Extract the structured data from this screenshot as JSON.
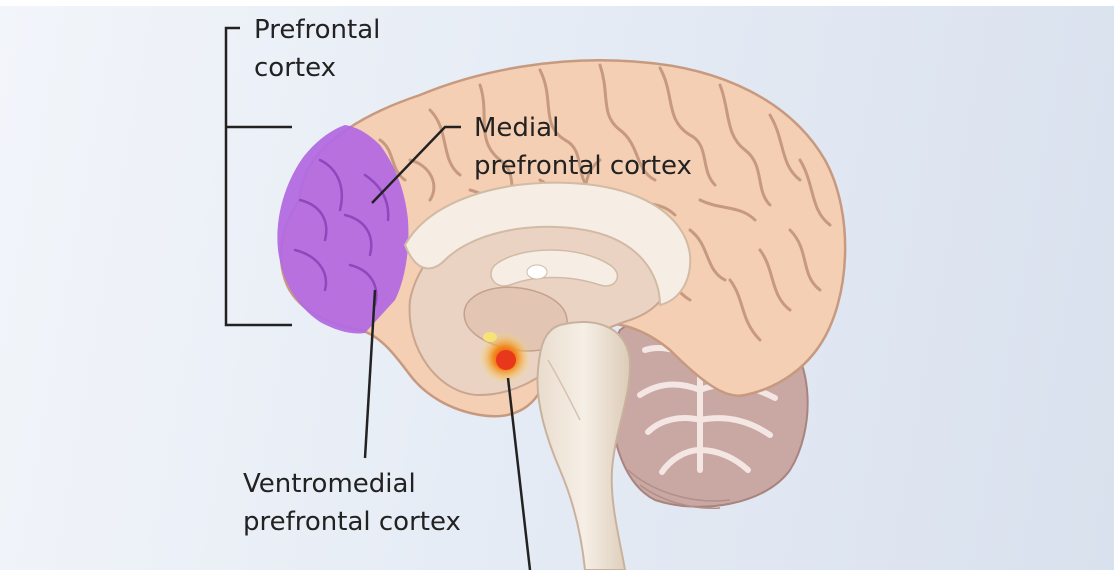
{
  "labels": {
    "prefrontal": {
      "line1": "Prefrontal",
      "line2": "cortex"
    },
    "medial": {
      "line1": "Medial",
      "line2": "prefrontal cortex"
    },
    "ventromedial": {
      "line1": "Ventromedial",
      "line2": "prefrontal cortex"
    }
  },
  "colors": {
    "cortex": "#f4cfb3",
    "cortex_fold": "#c79a80",
    "prefrontal_highlight": "#b36ae0",
    "inner_tissue": "#ead3c2",
    "corpus_callosum": "#f6ede4",
    "cerebellum": "#c9a7a3",
    "brainstem": "#efe3d6",
    "amygdala_glow": "#f08a1c",
    "leader_line": "#222222"
  }
}
